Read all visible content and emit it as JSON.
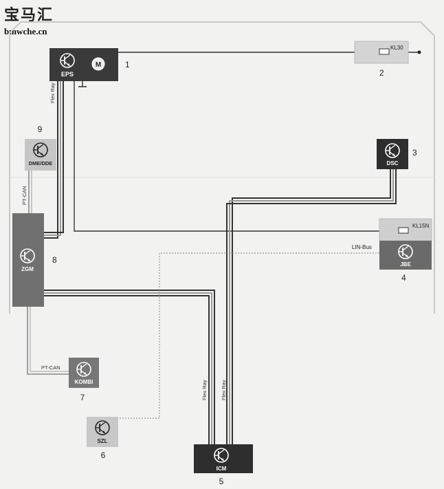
{
  "watermark": {
    "logo": "宝马汇",
    "url": "bmwche.cn"
  },
  "modules": {
    "eps": {
      "label": "EPS",
      "motor": "M",
      "number": "1"
    },
    "fuse_kl30": {
      "label": "KL30",
      "number": "2"
    },
    "dsc": {
      "label": "DSC",
      "number": "3"
    },
    "jbe": {
      "label": "JBE",
      "fuse": "KL15N",
      "number": "4"
    },
    "icm": {
      "label": "ICM",
      "number": "5"
    },
    "szl": {
      "label": "SZL",
      "number": "6"
    },
    "kombi": {
      "label": "KOMBI",
      "number": "7"
    },
    "zgm": {
      "label": "ZGM",
      "number": "8"
    },
    "dme": {
      "label": "DME/DDE",
      "number": "9"
    }
  },
  "bus_labels": {
    "flexray_eps": "Flex Ray",
    "ptcan_dme": "PT-CAN",
    "ptcan_kombi": "PT-CAN",
    "lin": "LIN-Bus",
    "flexray_icm_1": "Flex Ray",
    "flexray_icm_2": "Flex Ray"
  },
  "colors": {
    "dark_module": "#3a3a3a",
    "mid_module": "#6e6e6e",
    "light_module": "#c4c4c4",
    "fuse_box": "#d2d2d2",
    "bus_line": "#333333"
  }
}
